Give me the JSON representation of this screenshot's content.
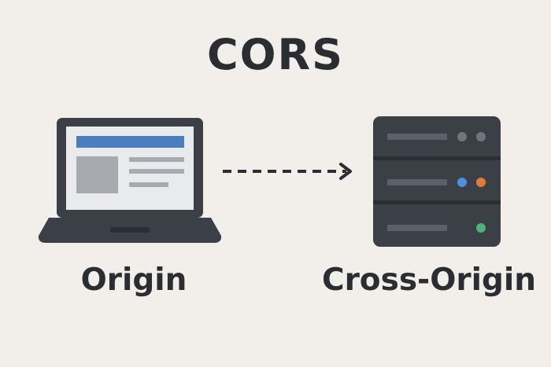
{
  "title": "CORS",
  "nodes": {
    "origin": {
      "label": "Origin"
    },
    "cross_origin": {
      "label": "Cross-Origin"
    }
  },
  "colors": {
    "background": "#f2efea",
    "device": "#3b4046",
    "screen": "#e9eaec",
    "accent_blue": "#4a7fbf",
    "light_gray": "#a7abb0",
    "server_bar": "#5b6168",
    "led_gray": "#70757c",
    "led_blue": "#4d8fdb",
    "led_orange": "#e07a38",
    "led_green": "#4fb27a"
  },
  "edge": {
    "from": "origin",
    "to": "cross_origin",
    "style": "dashed"
  }
}
